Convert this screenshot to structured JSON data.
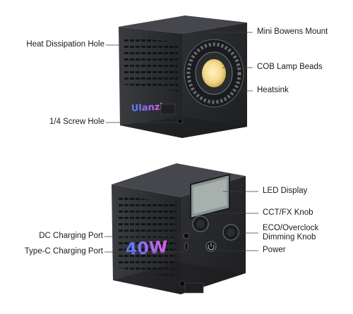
{
  "top_device": {
    "brand_mark": "Ulanzi",
    "labels": {
      "heat_dissipation_hole": "Heat Dissipation Hole",
      "mini_bowens_mount": "Mini Bowens Mount",
      "cob_lamp_beads": "COB Lamp Beads",
      "heatsink": "Heatsink",
      "screw_hole": "1/4 Screw Hole"
    }
  },
  "bottom_device": {
    "power_mark": "40W",
    "labels": {
      "led_display": "LED Display",
      "cct_fx_knob": "CCT/FX Knob",
      "eco_overclock_line1": "ECO/Overclock",
      "eco_overclock_line2": "Dimming Knob",
      "dc_charging_port": "DC Charging Port",
      "type_c_charging_port": "Type-C Charging Port",
      "power": "Power"
    }
  },
  "colors": {
    "body_dark": "#2b2c2f",
    "body_mid": "#3b3d41",
    "lamp_yellow": "#f3d98a",
    "brand_gradient_start": "#4f7dff",
    "brand_gradient_end": "#e05cf0"
  }
}
